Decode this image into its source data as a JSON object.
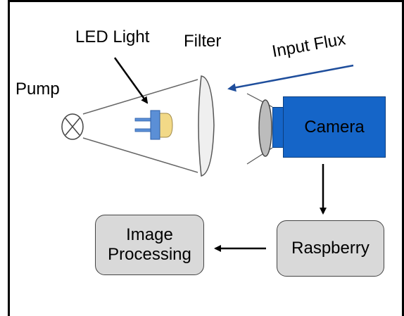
{
  "labels": {
    "pump": "Pump",
    "led_light": "LED Light",
    "filter": "Filter",
    "input_flux": "Input Flux",
    "camera": "Camera",
    "raspberry": "Raspberry",
    "image_processing_line1": "Image",
    "image_processing_line2": "Processing"
  },
  "colors": {
    "camera": "#1565c8",
    "flux_arrow": "#1f4e9c",
    "box_fill": "#d9d9d9",
    "led_body": "#5b8fd6",
    "led_dome": "#f2d987"
  },
  "icons": {
    "pump": "pump-circle-x-icon",
    "led": "led-icon",
    "filter": "filter-lens-icon",
    "camera_lens": "camera-lens-icon"
  }
}
